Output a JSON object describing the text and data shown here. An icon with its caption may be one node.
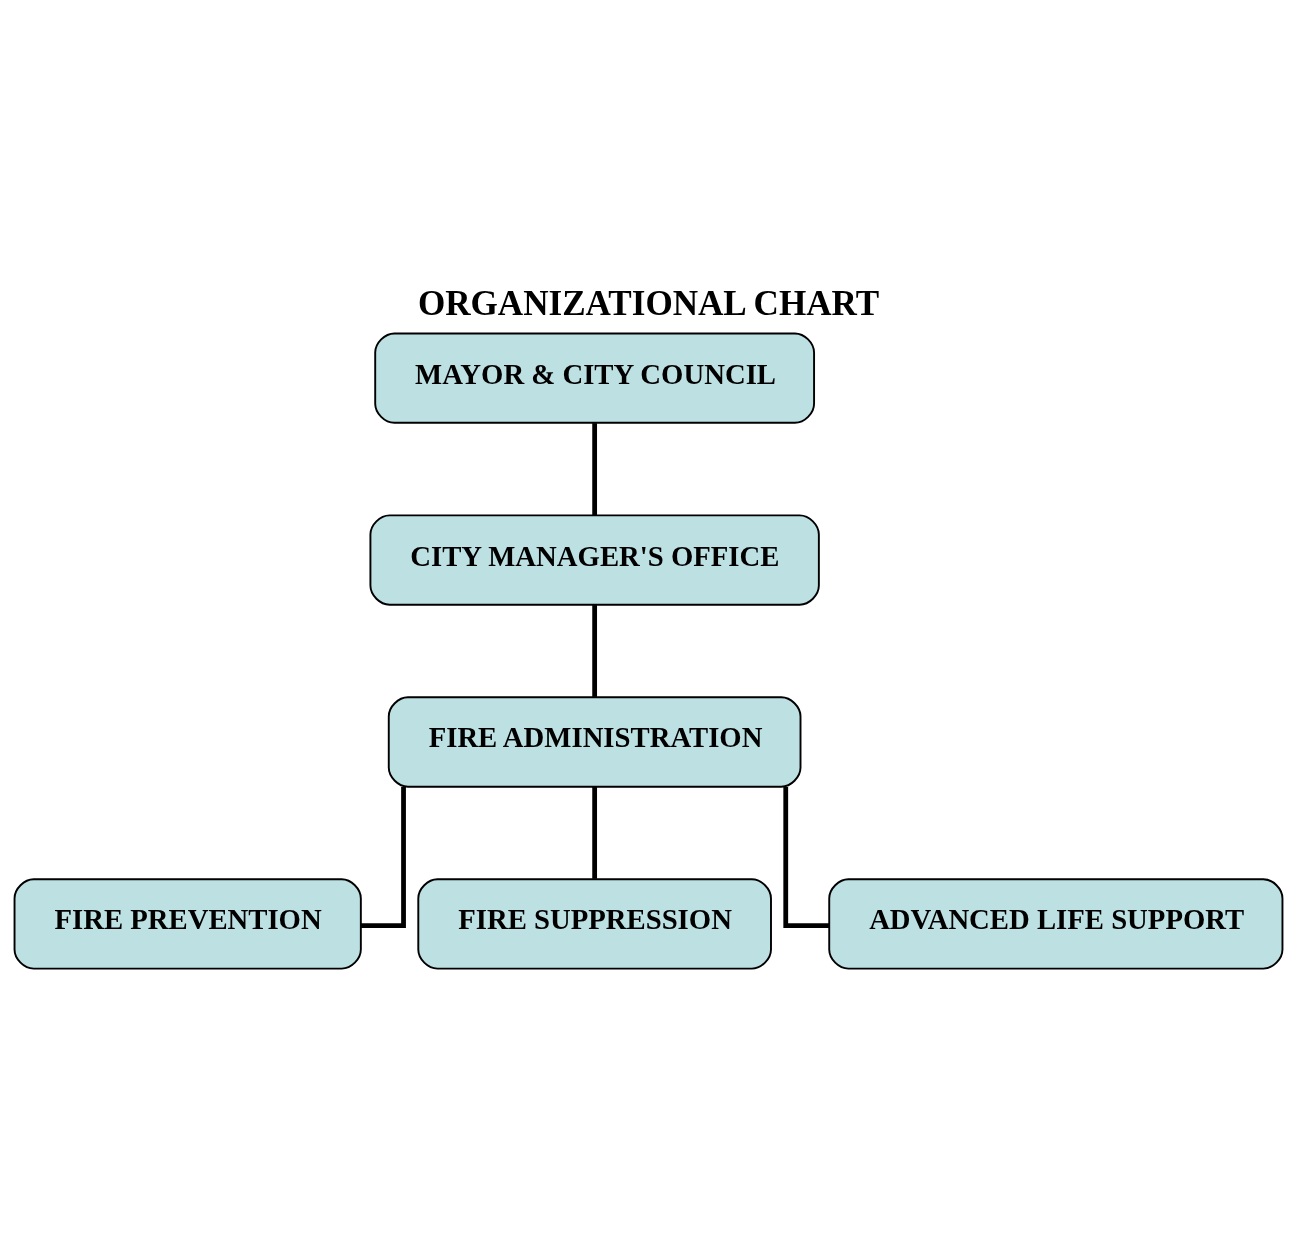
{
  "diagram": {
    "title": "ORGANIZATIONAL CHART",
    "nodes": [
      {
        "text": [
          "MAYOR & CITY COUNCIL"
        ]
      },
      {
        "text": [
          "CITY MANAGER'S OFFICE"
        ]
      },
      {
        "text": [
          "FIRE ADMINISTRATION"
        ]
      },
      {
        "text": [
          "FIRE PREVENTION"
        ]
      },
      {
        "text": [
          "FIRE SUPPRESSION"
        ]
      },
      {
        "text": [
          "ADVANCED LIFE SUPPORT"
        ]
      }
    ],
    "edges": [
      {
        "from": 0,
        "to": 1,
        "arrow": "none"
      },
      {
        "from": 1,
        "to": 2,
        "arrow": "none"
      },
      {
        "from": 2,
        "to": 3,
        "arrow": "none"
      },
      {
        "from": 2,
        "to": 4,
        "arrow": "none"
      },
      {
        "from": 2,
        "to": 5,
        "arrow": "none"
      }
    ]
  }
}
